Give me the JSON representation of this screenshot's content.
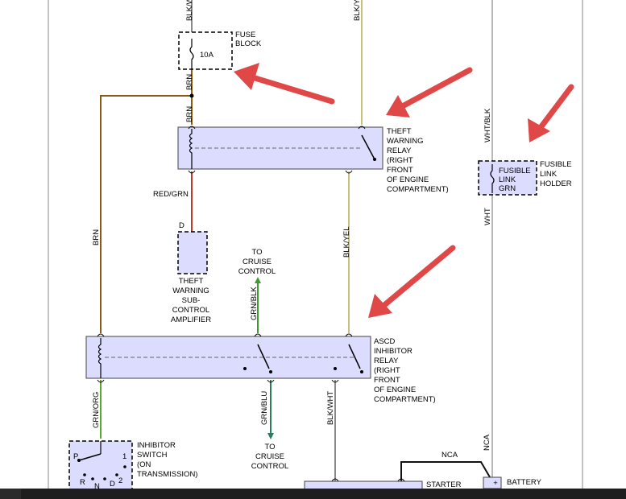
{
  "wire_colors": {
    "brn": "#8a5a14",
    "red_grn": "#c0392b",
    "blk_yel": "#c9c07a",
    "blk_wht": "#8a8a8a",
    "grn_blk": "#3c9a2e",
    "grn_blu": "#2e7d5a",
    "grn_org": "#5aa832",
    "wht": "#b8b8b8",
    "blk": "#111111"
  },
  "component_fill": "#dcdcff",
  "arrow_color": "#e04848",
  "wires": {
    "blk_top_left": "BLK/W",
    "blk_top_right": "BLK/Y",
    "brn_upper": "BRN",
    "brn_lower": "BRN",
    "brn_left": "BRN",
    "red_grn": "RED/GRN",
    "blk_yel": "BLK/YEL",
    "grn_blk": "GRN/BLK",
    "wht_blk": "WHT/BLK",
    "wht": "WHT",
    "grn_org": "GRN/ORG",
    "grn_blu": "GRN/BLU",
    "blk_wht": "BLK/WHT",
    "nca_vertical": "NCA",
    "nca_horizontal": "NCA"
  },
  "fuse_block": {
    "rating": "10A",
    "label": [
      "FUSE",
      "BLOCK"
    ]
  },
  "theft_relay": {
    "label": [
      "THEFT",
      "WARNING",
      "RELAY",
      "(RIGHT",
      "FRONT",
      "OF ENGINE",
      "COMPARTMENT)"
    ]
  },
  "fusible_link": {
    "inner": [
      "FUSIBLE",
      "LINK",
      "GRN"
    ],
    "label": [
      "FUSIBLE",
      "LINK",
      "HOLDER"
    ]
  },
  "amplifier": {
    "pin": "D",
    "label": [
      "THEFT",
      "WARNING",
      "SUB-",
      "CONTROL",
      "AMPLIFIER"
    ]
  },
  "cruise_top": [
    "TO",
    "CRUISE",
    "CONTROL"
  ],
  "ascd_relay": {
    "label": [
      "ASCD",
      "INHIBITOR",
      "RELAY",
      "(RIGHT",
      "FRONT",
      "OF ENGINE",
      "COMPARTMENT)"
    ]
  },
  "inhibitor_switch": {
    "label": [
      "INHIBITOR",
      "SWITCH",
      "(ON",
      "TRANSMISSION)"
    ],
    "positions": [
      "P",
      "1",
      "R",
      "N",
      "D",
      "2"
    ]
  },
  "cruise_bottom": [
    "TO",
    "CRUISE",
    "CONTROL"
  ],
  "starter": "STARTER",
  "battery": {
    "label": "BATTERY",
    "terminal": "+"
  }
}
